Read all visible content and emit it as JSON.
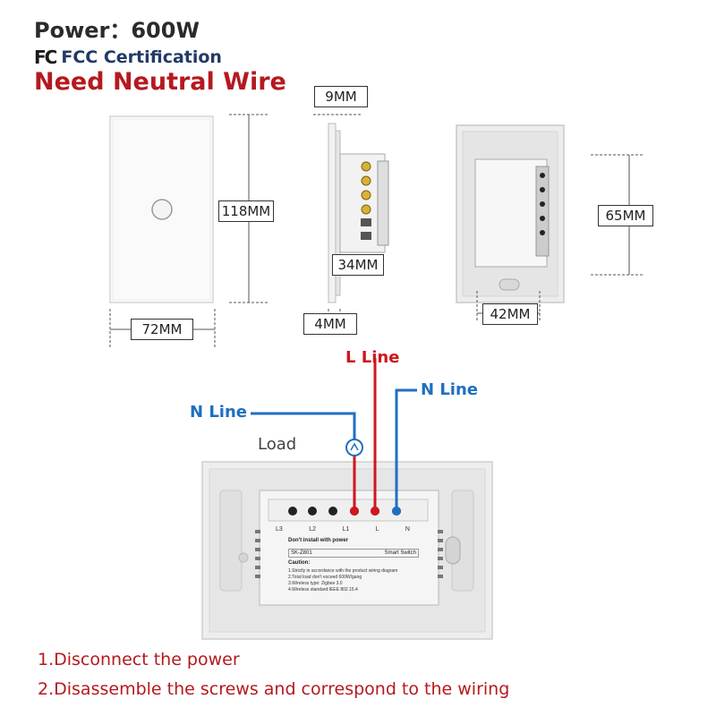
{
  "header": {
    "power": "Power：600W",
    "fcc_logo": "FC",
    "fcc_text": "FCC Certification",
    "neutral": "Need Neutral Wire"
  },
  "dimensions": {
    "front_height": "118MM",
    "front_width": "72MM",
    "side_top": "9MM",
    "side_depth": "34MM",
    "side_bottom": "4MM",
    "back_height": "65MM",
    "back_width": "42MM"
  },
  "module": {
    "terminals": [
      "L3",
      "L2",
      "L1",
      "L",
      "N"
    ],
    "label_warning": "Don't install with power",
    "label_model": "SK-Z801",
    "label_type": "Smart Switch",
    "caution_title": "Caution:",
    "caution_lines": [
      "1.Strictly in accordance with the product wiring diagram",
      "2.Total load don't exceed 600W/gang",
      "3.Wireless type: Zigbee 3.0",
      "4.Wireless standard:IEEE 802.15.4"
    ]
  },
  "wiring": {
    "l_line": "L Line",
    "n_line_right": "N Line",
    "n_line_left": "N Line",
    "load": "Load"
  },
  "steps": [
    "1.Disconnect the power",
    "2.Disassemble the screws and correspond to the wiring"
  ],
  "colors": {
    "red": "#d0161d",
    "blue": "#1f6fc1",
    "title_red": "#b5191f",
    "fcc_navy": "#213a66"
  }
}
